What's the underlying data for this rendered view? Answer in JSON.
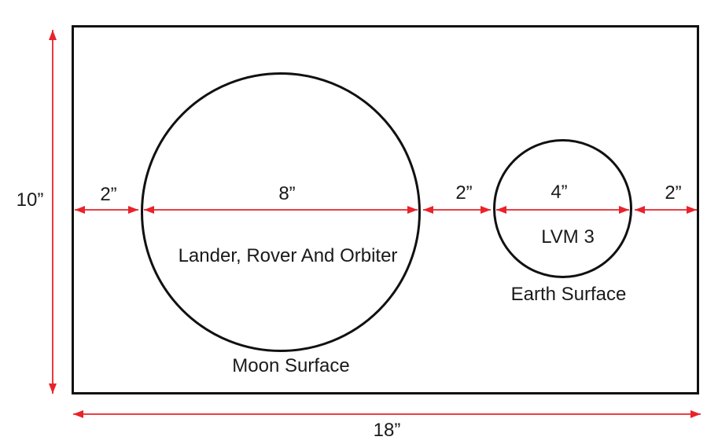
{
  "diagram": {
    "type": "dimensioned-technical-drawing",
    "labels": {
      "height": "10”",
      "width": "18”",
      "left_gap": "2”",
      "big_diameter": "8”",
      "middle_gap": "2”",
      "small_diameter": "4”",
      "right_gap": "2”"
    },
    "big_circle": {
      "label": "Lander, Rover And Orbiter",
      "caption": "Moon Surface",
      "diameter_inches": 8
    },
    "small_circle": {
      "label": "LVM 3",
      "caption": "Earth Surface",
      "diameter_inches": 4
    },
    "rectangle": {
      "width_inches": 18,
      "height_inches": 10
    },
    "colors": {
      "arrow_red": "#e8232a",
      "line_black": "#111111",
      "background": "#ffffff"
    }
  }
}
